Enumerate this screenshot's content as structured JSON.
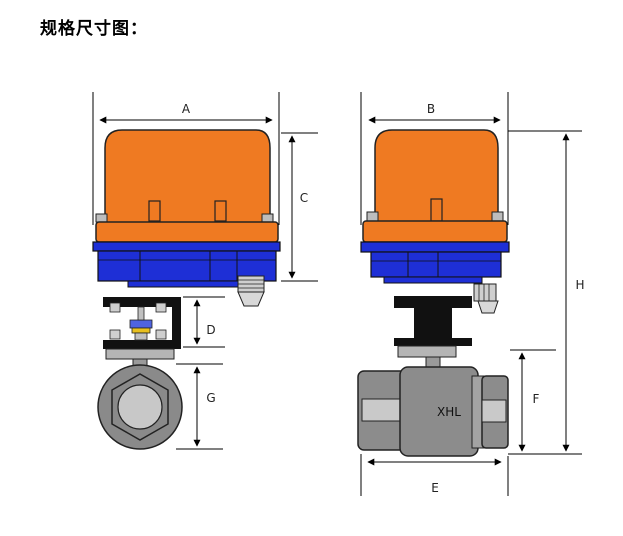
{
  "title": "规格尺寸图：",
  "dimension_labels": {
    "a": "A",
    "b": "B",
    "c": "C",
    "d": "D",
    "e": "E",
    "f": "F",
    "g": "G",
    "h": "H"
  },
  "body_marking": "XHL",
  "colors": {
    "actuator_cover": "#ef7a22",
    "actuator_base": "#1e2fd6",
    "mount_bracket": "#111111",
    "valve_body": "#8c8c8c",
    "stem_washer": "#e8c020"
  }
}
